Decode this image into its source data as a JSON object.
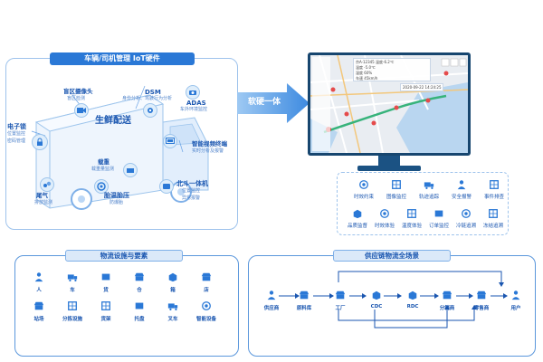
{
  "left_panel": {
    "title": "车辆/司机管理  IoT硬件",
    "center_text": "生鲜配送",
    "items": [
      {
        "title": "电子锁",
        "sub1": "位置监控",
        "sub2": "密码管理"
      },
      {
        "title": "盲区摄像头",
        "sub1": "盲区检测",
        "sub2": ""
      },
      {
        "title": "DSM",
        "sub1": "身份分析、驾驶行为分析",
        "sub2": ""
      },
      {
        "title": "ADAS",
        "sub1": "车外环境监控",
        "sub2": ""
      },
      {
        "title": "智能视频终端",
        "sub1": "实时分析及报警",
        "sub2": ""
      },
      {
        "title": "载重",
        "sub1": "载重量监测",
        "sub2": ""
      },
      {
        "title": "尾气",
        "sub1": "排放监测",
        "sub2": ""
      },
      {
        "title": "胎温胎压",
        "sub1": "防爆胎",
        "sub2": ""
      },
      {
        "title": "北斗一体机",
        "sub1": "位置监控",
        "sub2": "异常报警"
      }
    ]
  },
  "arrow": {
    "label": "软硬一体"
  },
  "monitor": {
    "timestamp": "2020-09-22 14:24:25",
    "map_labels": [
      "京A·12345 温度-6.2℃",
      "温度 -5.0℃",
      "湿度 60%",
      "车速 45km/h"
    ]
  },
  "features_row1": [
    "时效约束",
    "图像监控",
    "轨迹追踪",
    "安全报警",
    "事件排查"
  ],
  "features_row2": [
    "品质监督",
    "时效体验",
    "温度体验",
    "订单监控",
    "冷链追溯",
    "冻结追溯"
  ],
  "logistics": {
    "title": "物流设施与要素",
    "row1": [
      "人",
      "车",
      "货",
      "仓",
      "箱",
      "店"
    ],
    "row2": [
      "站场",
      "分拣设施",
      "货架",
      "托盘",
      "叉车",
      "智能设备"
    ]
  },
  "supply_chain": {
    "title": "供应链物流全场景",
    "nodes": [
      "供应商",
      "原料库",
      "工厂",
      "CDC",
      "RDC",
      "分销商",
      "零售商",
      "用户"
    ]
  },
  "colors": {
    "primary": "#2a78d6",
    "accent": "#1a56b0",
    "light": "#dfeefb"
  }
}
